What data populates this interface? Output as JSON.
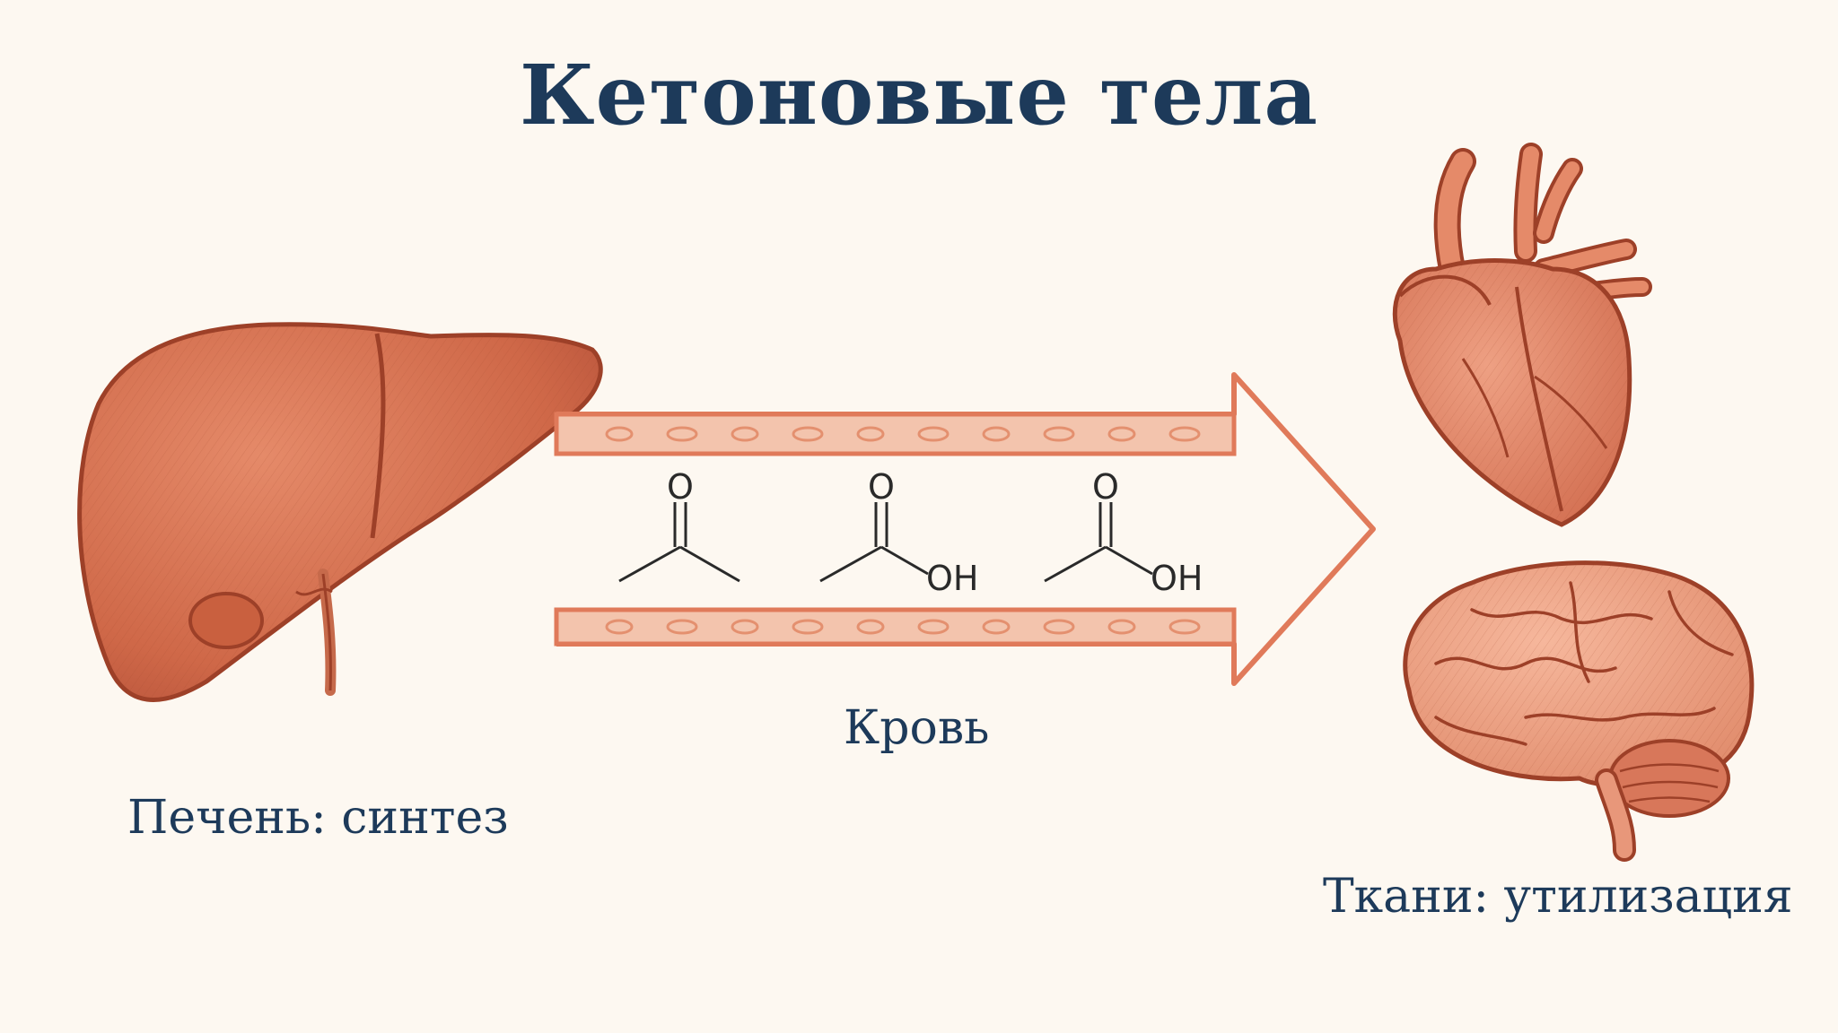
{
  "title": "Кетоновые тела",
  "labels": {
    "liver": "Печень: синтез",
    "blood": "Кровь",
    "tissues": "Ткани: утилизация"
  },
  "molecules": [
    {
      "name": "acetone",
      "atoms": [
        "O"
      ]
    },
    {
      "name": "acid-1",
      "atoms": [
        "O",
        "OH"
      ]
    },
    {
      "name": "acid-2",
      "atoms": [
        "O",
        "OH"
      ]
    }
  ],
  "colors": {
    "background": "#fdf8f1",
    "organ": "#d36b4b",
    "organ_dark": "#9d4028",
    "arrow": "#e07a5a",
    "text": "#1d3a5a"
  },
  "icons": [
    "liver-icon",
    "heart-icon",
    "brain-icon",
    "blood-vessel-arrow-icon"
  ]
}
